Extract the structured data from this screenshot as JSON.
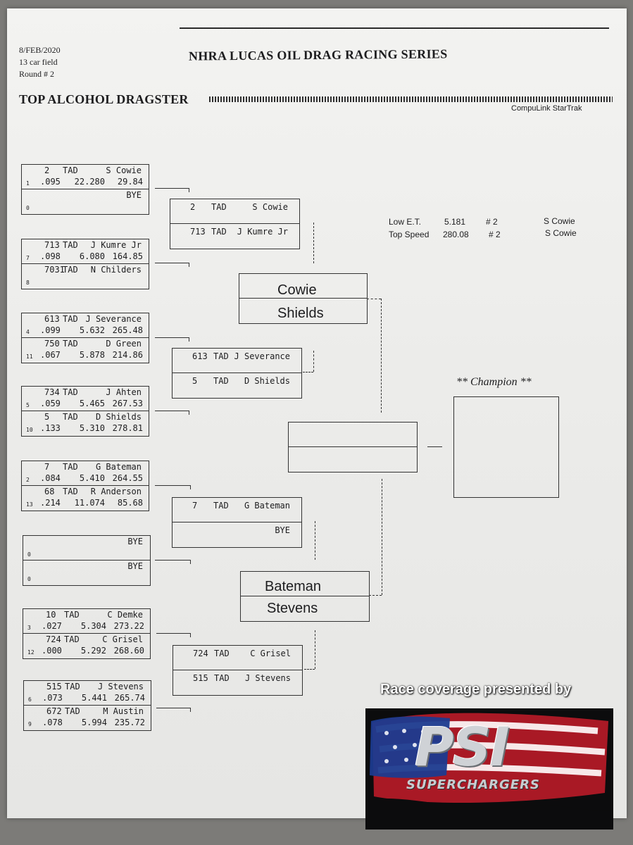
{
  "header": {
    "date": "8/FEB/2020",
    "field": "13 car field",
    "round": "Round # 2",
    "series_title": "NHRA LUCAS OIL DRAG RACING SERIES",
    "class_title": "TOP ALCOHOL DRAGSTER",
    "software": "CompuLink StarTrak"
  },
  "stats": {
    "low_et_label": "Low   E.T.",
    "low_et_value": "5.181",
    "low_et_num": "# 2",
    "low_et_driver": "S Cowie",
    "top_speed_label": "Top Speed",
    "top_speed_value": "280.08",
    "top_speed_num": "# 2",
    "top_speed_driver": "S Cowie"
  },
  "round1": [
    {
      "top": {
        "num": "2",
        "cls": "TAD",
        "driver": "S Cowie",
        "lane": "1",
        "rt": ".095",
        "et": "22.280",
        "mph": "29.84"
      },
      "bot": {
        "num": "",
        "cls": "",
        "driver": "BYE",
        "lane": "0",
        "rt": "",
        "et": "",
        "mph": ""
      }
    },
    {
      "top": {
        "num": "713",
        "cls": "TAD",
        "driver": "J Kumre Jr",
        "lane": "7",
        "rt": ".098",
        "et": "6.080",
        "mph": "164.85"
      },
      "bot": {
        "num": "7031",
        "cls": "TAD",
        "driver": "N Childers",
        "lane": "8",
        "rt": "",
        "et": "",
        "mph": ""
      }
    },
    {
      "top": {
        "num": "613",
        "cls": "TAD",
        "driver": "J Severance",
        "lane": "4",
        "rt": ".099",
        "et": "5.632",
        "mph": "265.48"
      },
      "bot": {
        "num": "750",
        "cls": "TAD",
        "driver": "D Green",
        "lane": "11",
        "rt": ".067",
        "et": "5.878",
        "mph": "214.86"
      }
    },
    {
      "top": {
        "num": "734",
        "cls": "TAD",
        "driver": "J Ahten",
        "lane": "5",
        "rt": ".059",
        "et": "5.465",
        "mph": "267.53"
      },
      "bot": {
        "num": "5",
        "cls": "TAD",
        "driver": "D Shields",
        "lane": "10",
        "rt": ".133",
        "et": "5.310",
        "mph": "278.81"
      }
    },
    {
      "top": {
        "num": "7",
        "cls": "TAD",
        "driver": "G Bateman",
        "lane": "2",
        "rt": ".084",
        "et": "5.410",
        "mph": "264.55"
      },
      "bot": {
        "num": "68",
        "cls": "TAD",
        "driver": "R Anderson",
        "lane": "13",
        "rt": ".214",
        "et": "11.074",
        "mph": "85.68"
      }
    },
    {
      "top": {
        "num": "",
        "cls": "",
        "driver": "BYE",
        "lane": "0",
        "rt": "",
        "et": "",
        "mph": ""
      },
      "bot": {
        "num": "",
        "cls": "",
        "driver": "BYE",
        "lane": "0",
        "rt": "",
        "et": "",
        "mph": ""
      }
    },
    {
      "top": {
        "num": "10",
        "cls": "TAD",
        "driver": "C Demke",
        "lane": "3",
        "rt": ".027",
        "et": "5.304",
        "mph": "273.22"
      },
      "bot": {
        "num": "724",
        "cls": "TAD",
        "driver": "C Grisel",
        "lane": "12",
        "rt": ".000",
        "et": "5.292",
        "mph": "268.60"
      }
    },
    {
      "top": {
        "num": "515",
        "cls": "TAD",
        "driver": "J Stevens",
        "lane": "6",
        "rt": ".073",
        "et": "5.441",
        "mph": "265.74"
      },
      "bot": {
        "num": "672",
        "cls": "TAD",
        "driver": "M Austin",
        "lane": "9",
        "rt": ".078",
        "et": "5.994",
        "mph": "235.72"
      }
    }
  ],
  "round2": [
    {
      "top": {
        "num": "2",
        "cls": "TAD",
        "driver": "S Cowie"
      },
      "bot": {
        "num": "713",
        "cls": "TAD",
        "driver": "J Kumre Jr"
      }
    },
    {
      "top": {
        "num": "613",
        "cls": "TAD",
        "driver": "J Severance"
      },
      "bot": {
        "num": "5",
        "cls": "TAD",
        "driver": "D Shields"
      }
    },
    {
      "top": {
        "num": "7",
        "cls": "TAD",
        "driver": "G Bateman"
      },
      "bot": {
        "num": "",
        "cls": "",
        "driver": "BYE"
      }
    },
    {
      "top": {
        "num": "724",
        "cls": "TAD",
        "driver": "C Grisel"
      },
      "bot": {
        "num": "515",
        "cls": "TAD",
        "driver": "J Stevens"
      }
    }
  ],
  "semis": [
    {
      "top": "Cowie",
      "bot": "Shields"
    },
    {
      "top": "Bateman",
      "bot": "Stevens"
    }
  ],
  "final": {
    "top": "",
    "bot": ""
  },
  "champion_label": "** Champion **",
  "sponsor": {
    "caption": "Race coverage presented by",
    "logo_text": "PSI",
    "logo_sub": "SUPERCHARGERS"
  }
}
